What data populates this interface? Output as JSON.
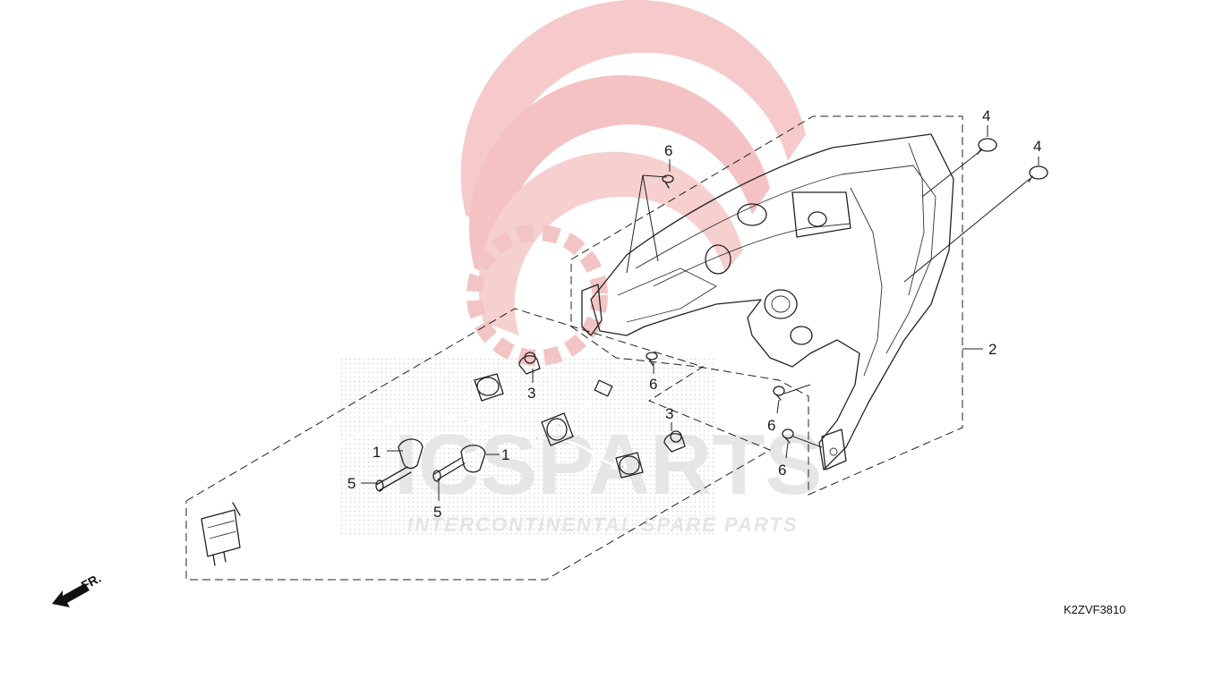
{
  "diagram": {
    "callouts": {
      "c1a": "1",
      "c1b": "1",
      "c2": "2",
      "c3a": "3",
      "c3b": "3",
      "c4a": "4",
      "c4b": "4",
      "c5a": "5",
      "c5b": "5",
      "c6a": "6",
      "c6b": "6",
      "c6c": "6",
      "c6d": "6"
    },
    "direction_label": "FR.",
    "diagram_code": "K2ZVF3810"
  },
  "watermark": {
    "brand": "ICSPARTS",
    "tagline": "INTERCONTINENTAL SPARE PARTS",
    "logo_color": "#f2b8b8"
  },
  "colors": {
    "line": "#222222",
    "watermark_red": "#f2b8b8",
    "watermark_gray": "#e6e6e6"
  }
}
